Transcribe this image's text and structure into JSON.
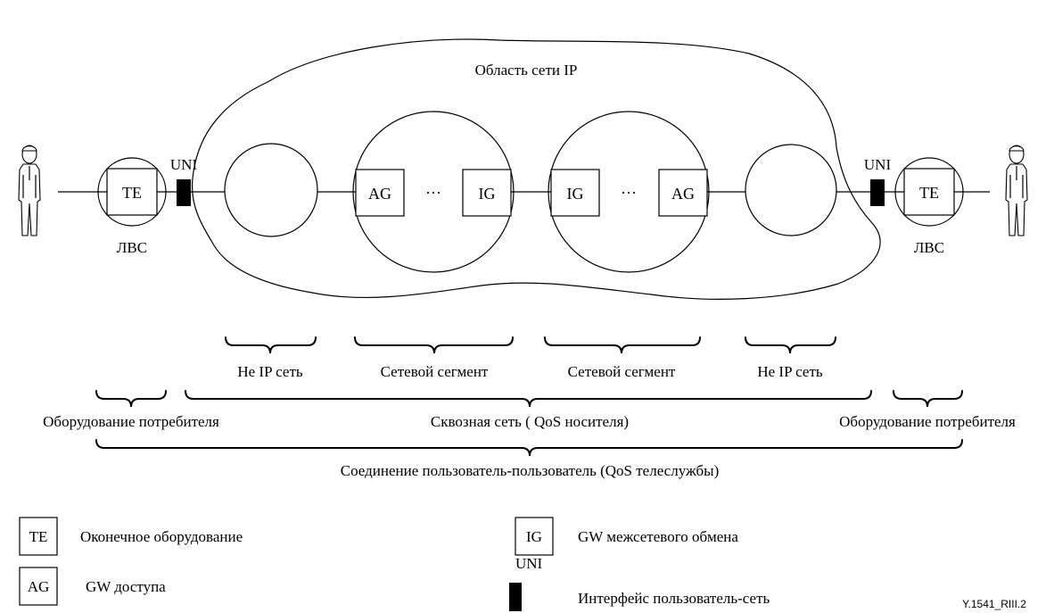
{
  "diagram": {
    "ip_area_label": "Область сети IP",
    "uni_label": "UNI",
    "te_label": "TE",
    "lan_label": "ЛВС",
    "ag_label": "AG",
    "ig_label": "IG",
    "ellipsis": "···",
    "brackets": {
      "non_ip_network": "Не IP сеть",
      "network_segment": "Сетевой сегмент",
      "customer_equipment": "Оборудование потребителя",
      "end_to_end_network": "Сквозная сеть ( QoS носителя)",
      "user_to_user": "Соединение пользователь-пользователь (QoS телеслужбы)"
    }
  },
  "legend": {
    "te": {
      "symbol": "TE",
      "text": "Оконечное оборудование"
    },
    "ag": {
      "symbol": "AG",
      "text": "GW доступа"
    },
    "ig": {
      "symbol": "IG",
      "text": "GW межсетевого обмена"
    },
    "uni": {
      "symbol": "UNI",
      "text": "Интерфейс пользователь-сеть"
    }
  },
  "figure_id": "Y.1541_RIII.2"
}
